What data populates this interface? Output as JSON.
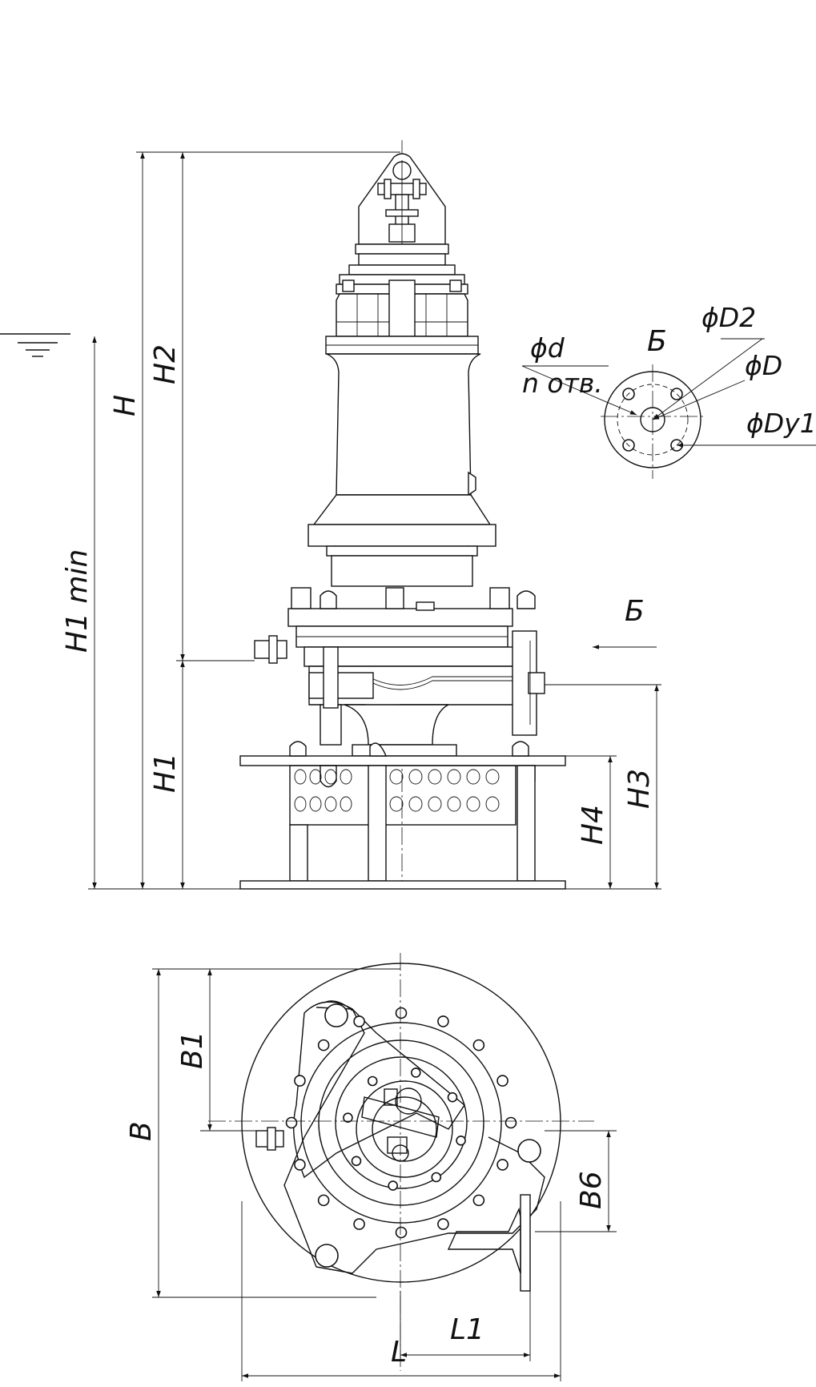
{
  "labels": {
    "H": "H",
    "H1min": "H1 min",
    "H2": "H2",
    "H1": "H1",
    "H3": "H3",
    "H4": "H4",
    "B": "B",
    "B1": "B1",
    "B6": "B6",
    "L": "L",
    "L1": "L1",
    "view_letter": "Б",
    "arrow_letter": "Б",
    "phi_d": "ϕd",
    "n_holes": "n отв.",
    "phi_D2": "ϕD2",
    "phi_D": "ϕD",
    "phi_Dy1": "ϕDу1"
  }
}
